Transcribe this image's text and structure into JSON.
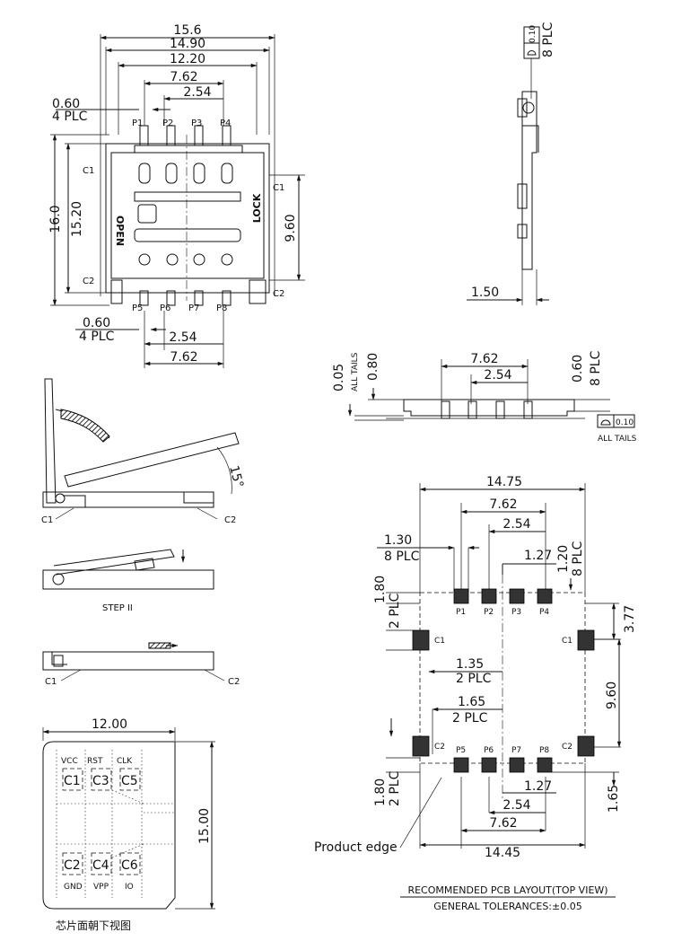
{
  "top_view": {
    "dims": {
      "w156": "15.6",
      "w1490": "14.90",
      "w1220": "12.20",
      "w762": "7.62",
      "w254": "2.54",
      "pad060": "0.60",
      "plc4": "4 PLC",
      "h160": "16.0",
      "h1520": "15.20",
      "h960": "9.60",
      "b060": "0.60",
      "bplc4": "4 PLC",
      "b254": "2.54",
      "b762": "7.62"
    },
    "pins_top": [
      "P1",
      "P2",
      "P3",
      "P4"
    ],
    "pins_bottom": [
      "P5",
      "P6",
      "P7",
      "P8"
    ],
    "contacts": {
      "c1": "C1",
      "c2": "C2"
    },
    "open_label": "OPEN",
    "lock_label": "LOCK"
  },
  "side_view": {
    "flat": "0.10",
    "plc8": "8 PLC",
    "dim150": "1.50"
  },
  "front_view": {
    "h005": "0.05",
    "all_tails": "ALL TAILS",
    "h080": "0.80",
    "d762": "7.62",
    "d254": "2.54",
    "h060": "0.60",
    "plc8": "8 PLC",
    "flat": "0.10",
    "all_tails2": "ALL TAILS"
  },
  "steps": {
    "angle": "15°",
    "c1": "C1",
    "c2": "C2",
    "step2": "STEP II"
  },
  "chip": {
    "w": "12.00",
    "h": "15.00",
    "cells": [
      {
        "sig": "VCC",
        "id": "C1"
      },
      {
        "sig": "RST",
        "id": "C3"
      },
      {
        "sig": "CLK",
        "id": "C5"
      },
      {
        "sig": "GND",
        "id": "C2"
      },
      {
        "sig": "VPP",
        "id": "C4"
      },
      {
        "sig": "IO",
        "id": "C6"
      }
    ],
    "caption": "芯片面朝下视图"
  },
  "pcb": {
    "dims": {
      "w1475": "14.75",
      "w762": "7.62",
      "w254": "2.54",
      "d130": "1.30",
      "plc8a": "8 PLC",
      "d127": "1.27",
      "d120": "1.20",
      "plc8b": "8 PLC",
      "d180": "1.80",
      "plc2a": "2 PLC",
      "d377": "3.77",
      "d135": "1.35",
      "plc2b": "2 PLC",
      "d165": "1.65",
      "plc2c": "2 PLC",
      "d960": "9.60",
      "d180b": "1.80",
      "plc2d": "2 PLC",
      "d127b": "1.27",
      "d254b": "2.54",
      "d165b": "1.65",
      "d762b": "7.62",
      "w1445": "14.45"
    },
    "pins_top": [
      "P1",
      "P2",
      "P3",
      "P4"
    ],
    "pins_bottom": [
      "P5",
      "P6",
      "P7",
      "P8"
    ],
    "c1": "C1",
    "c2": "C2",
    "product_edge": "Product edge",
    "title": "RECOMMENDED PCB LAYOUT(TOP VIEW)",
    "tolerance": "GENERAL TOLERANCES:±0.05"
  }
}
